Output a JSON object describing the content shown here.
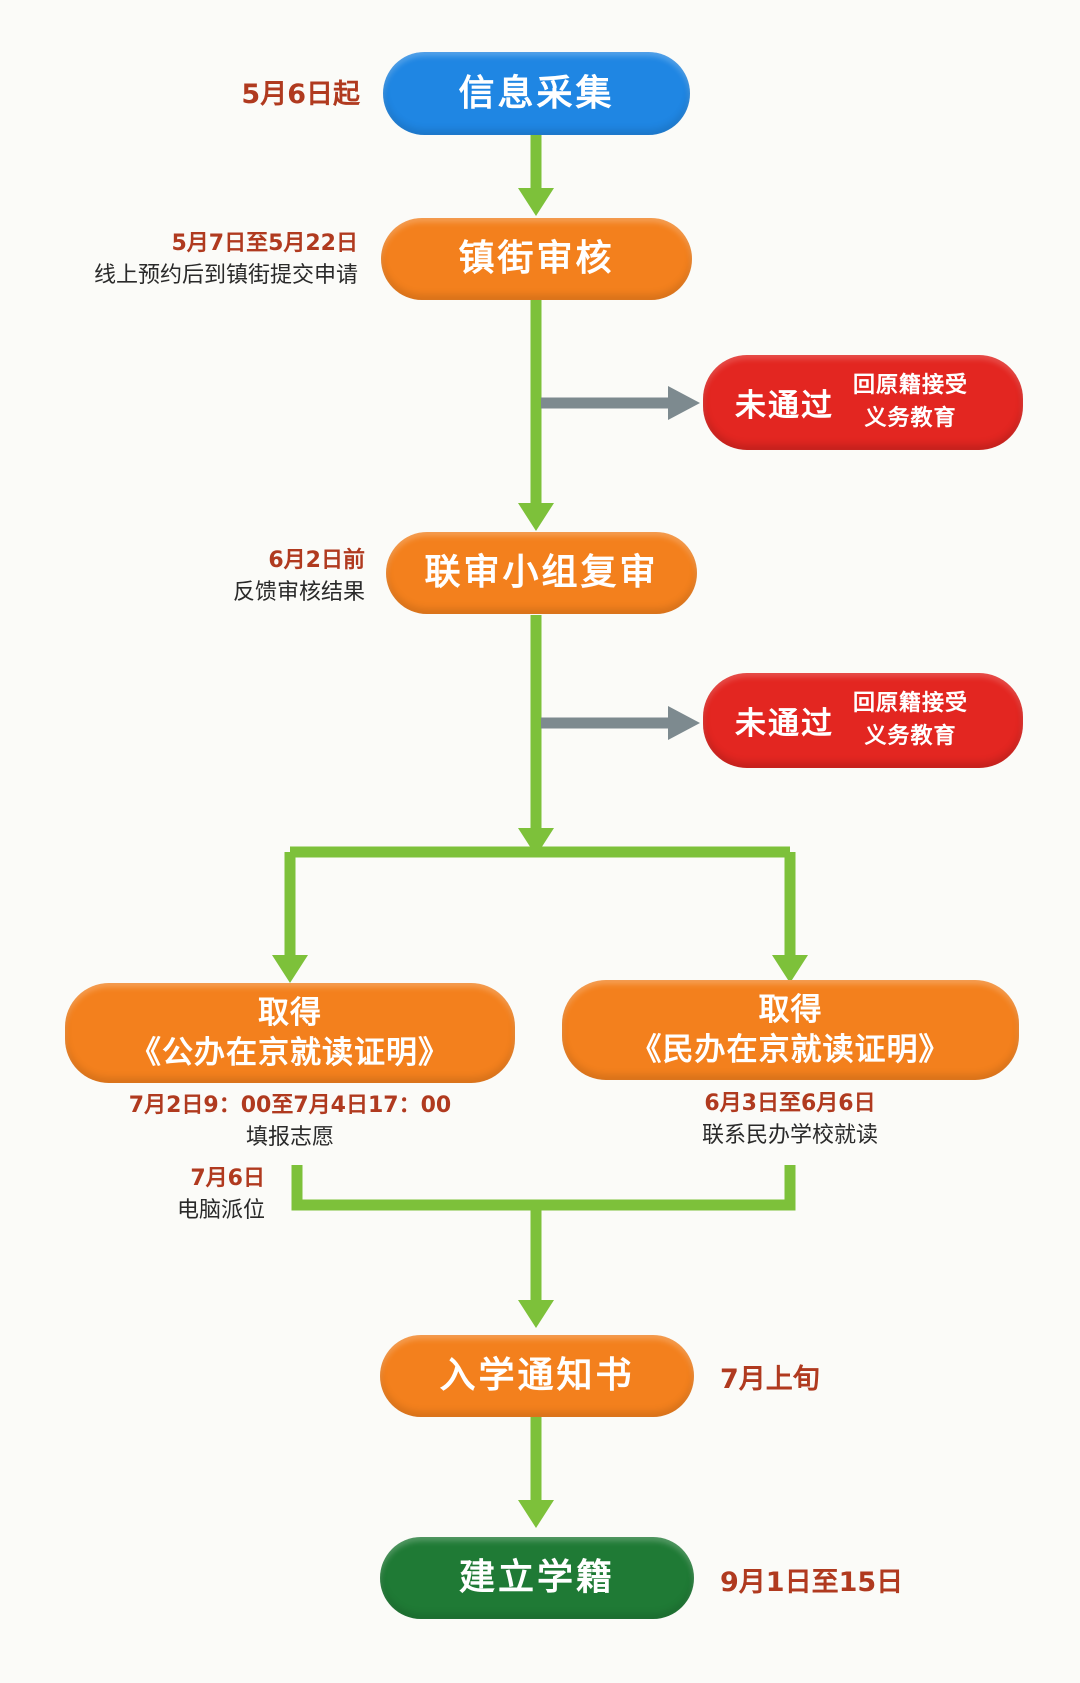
{
  "colors": {
    "arrow_green": "#7dc13a",
    "arrow_gray": "#7d8a8f",
    "stage_blue": "#1f86e3",
    "stage_orange": "#f3801d",
    "stage_red": "#e32621",
    "stage_dark_green": "#1f7a35",
    "date_text": "#b03a1f"
  },
  "stages": {
    "info_collection": {
      "label": "信息采集",
      "date": "5月6日起"
    },
    "town_review": {
      "label": "镇街审核",
      "date": "5月7日至5月22日",
      "note": "线上预约后到镇街提交申请"
    },
    "fail_1": {
      "label": "未通过",
      "outcome_line1": "回原籍接受",
      "outcome_line2": "义务教育"
    },
    "joint_review": {
      "label": "联审小组复审",
      "date": "6月2日前",
      "note": "反馈审核结果"
    },
    "fail_2": {
      "label": "未通过",
      "outcome_line1": "回原籍接受",
      "outcome_line2": "义务教育"
    },
    "public_cert": {
      "line1": "取得",
      "line2": "《公办在京就读证明》",
      "date": "7月2日9：00至7月4日17：00",
      "note": "填报志愿",
      "date2": "7月6日",
      "note2": "电脑派位"
    },
    "private_cert": {
      "line1": "取得",
      "line2": "《民办在京就读证明》",
      "date": "6月3日至6月6日",
      "note": "联系民办学校就读"
    },
    "admission_notice": {
      "label": "入学通知书",
      "date": "7月上旬"
    },
    "enrollment": {
      "label": "建立学籍",
      "date": "9月1日至15日"
    }
  }
}
